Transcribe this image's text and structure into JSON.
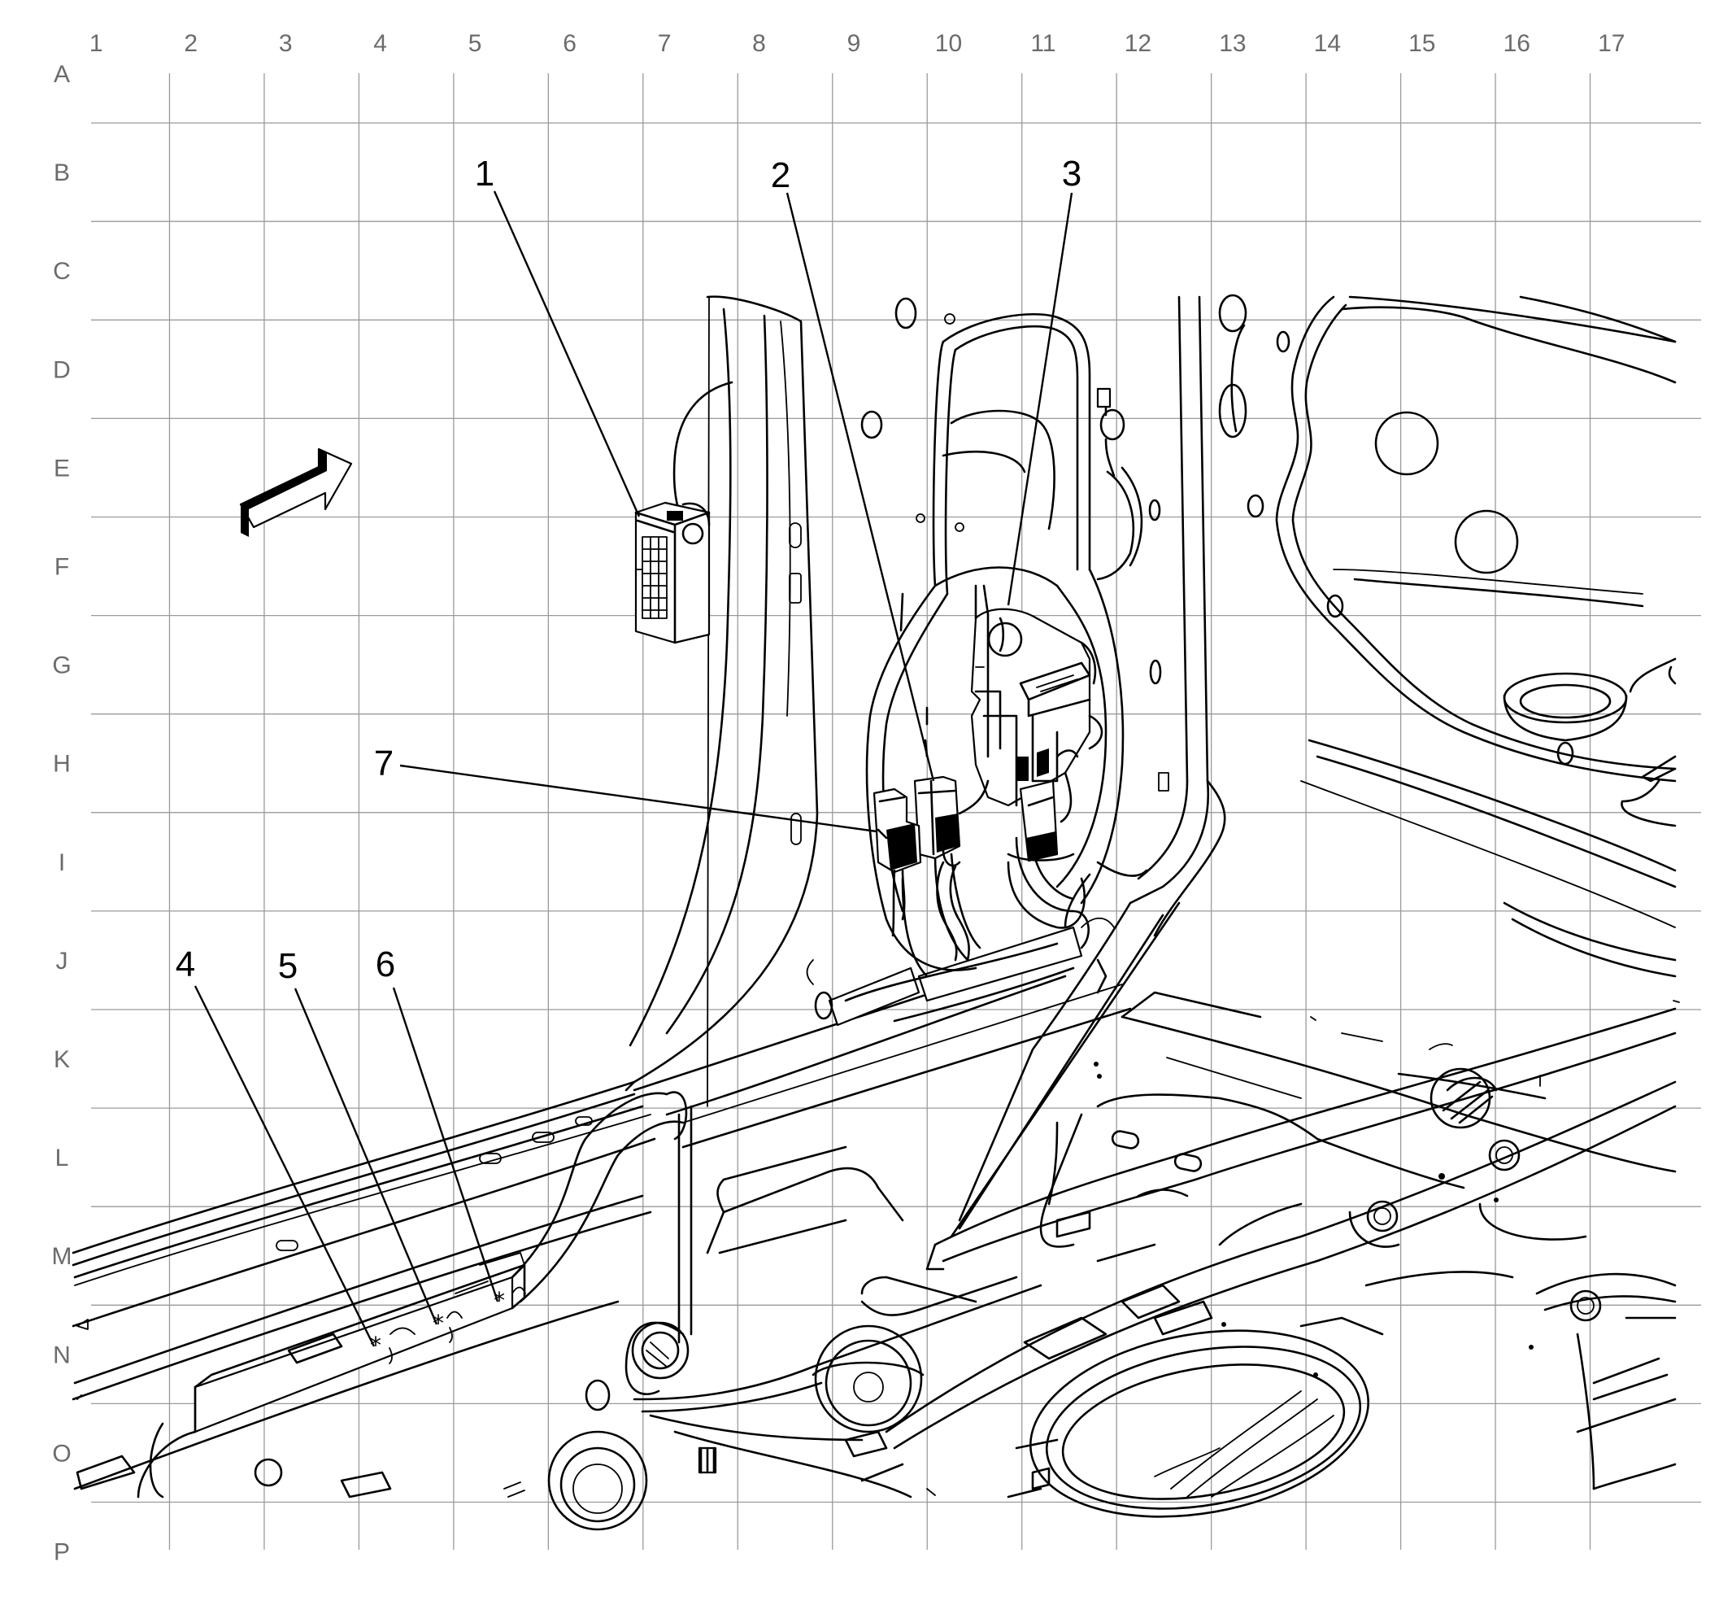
{
  "grid": {
    "columns": [
      "1",
      "2",
      "3",
      "4",
      "5",
      "6",
      "7",
      "8",
      "9",
      "10",
      "11",
      "12",
      "13",
      "14",
      "15",
      "16",
      "17"
    ],
    "rows": [
      "A",
      "B",
      "C",
      "D",
      "E",
      "F",
      "G",
      "H",
      "I",
      "J",
      "K",
      "L",
      "M",
      "N",
      "O",
      "P"
    ]
  },
  "callouts": [
    "1",
    "2",
    "3",
    "4",
    "5",
    "6",
    "7"
  ],
  "icons": {
    "direction_arrow": "forward-direction-arrow-icon"
  }
}
